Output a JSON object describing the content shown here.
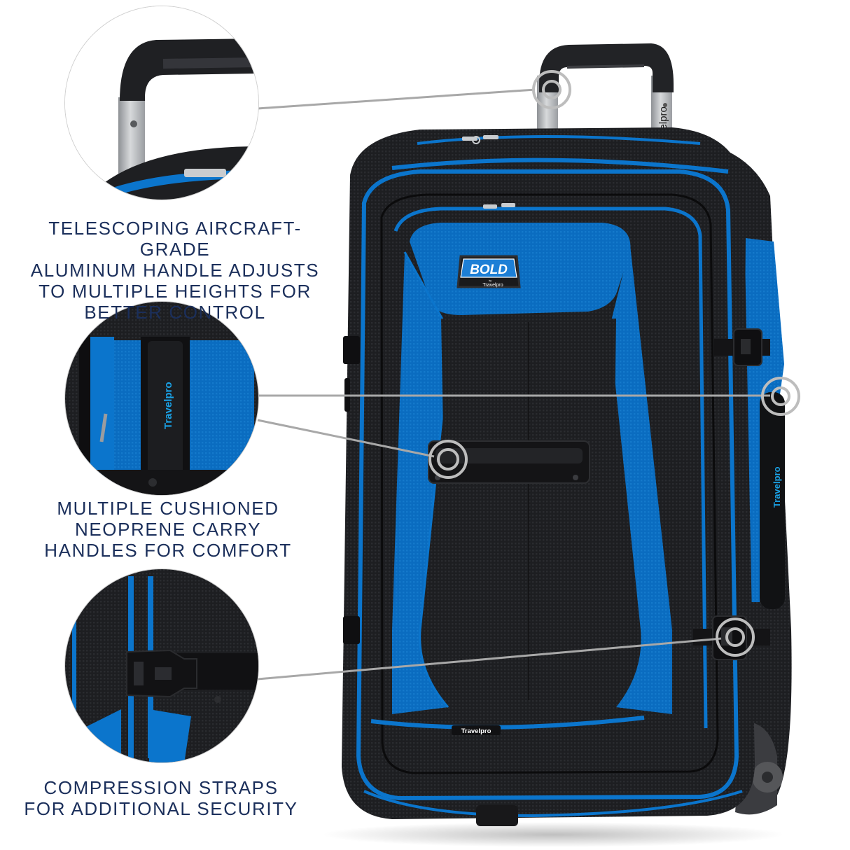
{
  "product": {
    "brand": "Travelpro",
    "badge_title": "BOLD",
    "badge_by": "by",
    "badge_brand": "Travelpro",
    "handle_brand": "Travelpro",
    "piping_tag": "Travelpro",
    "side_handle_brand": "Travelpro"
  },
  "colors": {
    "text": "#1b2f5b",
    "accent_blue": "#0a6fc2",
    "body_black": "#1c1c1e",
    "callout_line": "#a8a8a8",
    "aluminum": "#b9bcbf"
  },
  "features": [
    {
      "id": "handle",
      "icon": "telescoping-handle-closeup",
      "lines": "TELESCOPING AIRCRAFT-GRADE\nALUMINUM HANDLE ADJUSTS\nTO MULTIPLE HEIGHTS FOR\nBETTER CONTROL"
    },
    {
      "id": "carry-handles",
      "icon": "carry-handle-closeup",
      "lines": "MULTIPLE CUSHIONED\nNEOPRENE CARRY\nHANDLES FOR COMFORT"
    },
    {
      "id": "straps",
      "icon": "compression-strap-closeup",
      "lines": "COMPRESSION STRAPS\nFOR ADDITIONAL SECURITY"
    }
  ]
}
